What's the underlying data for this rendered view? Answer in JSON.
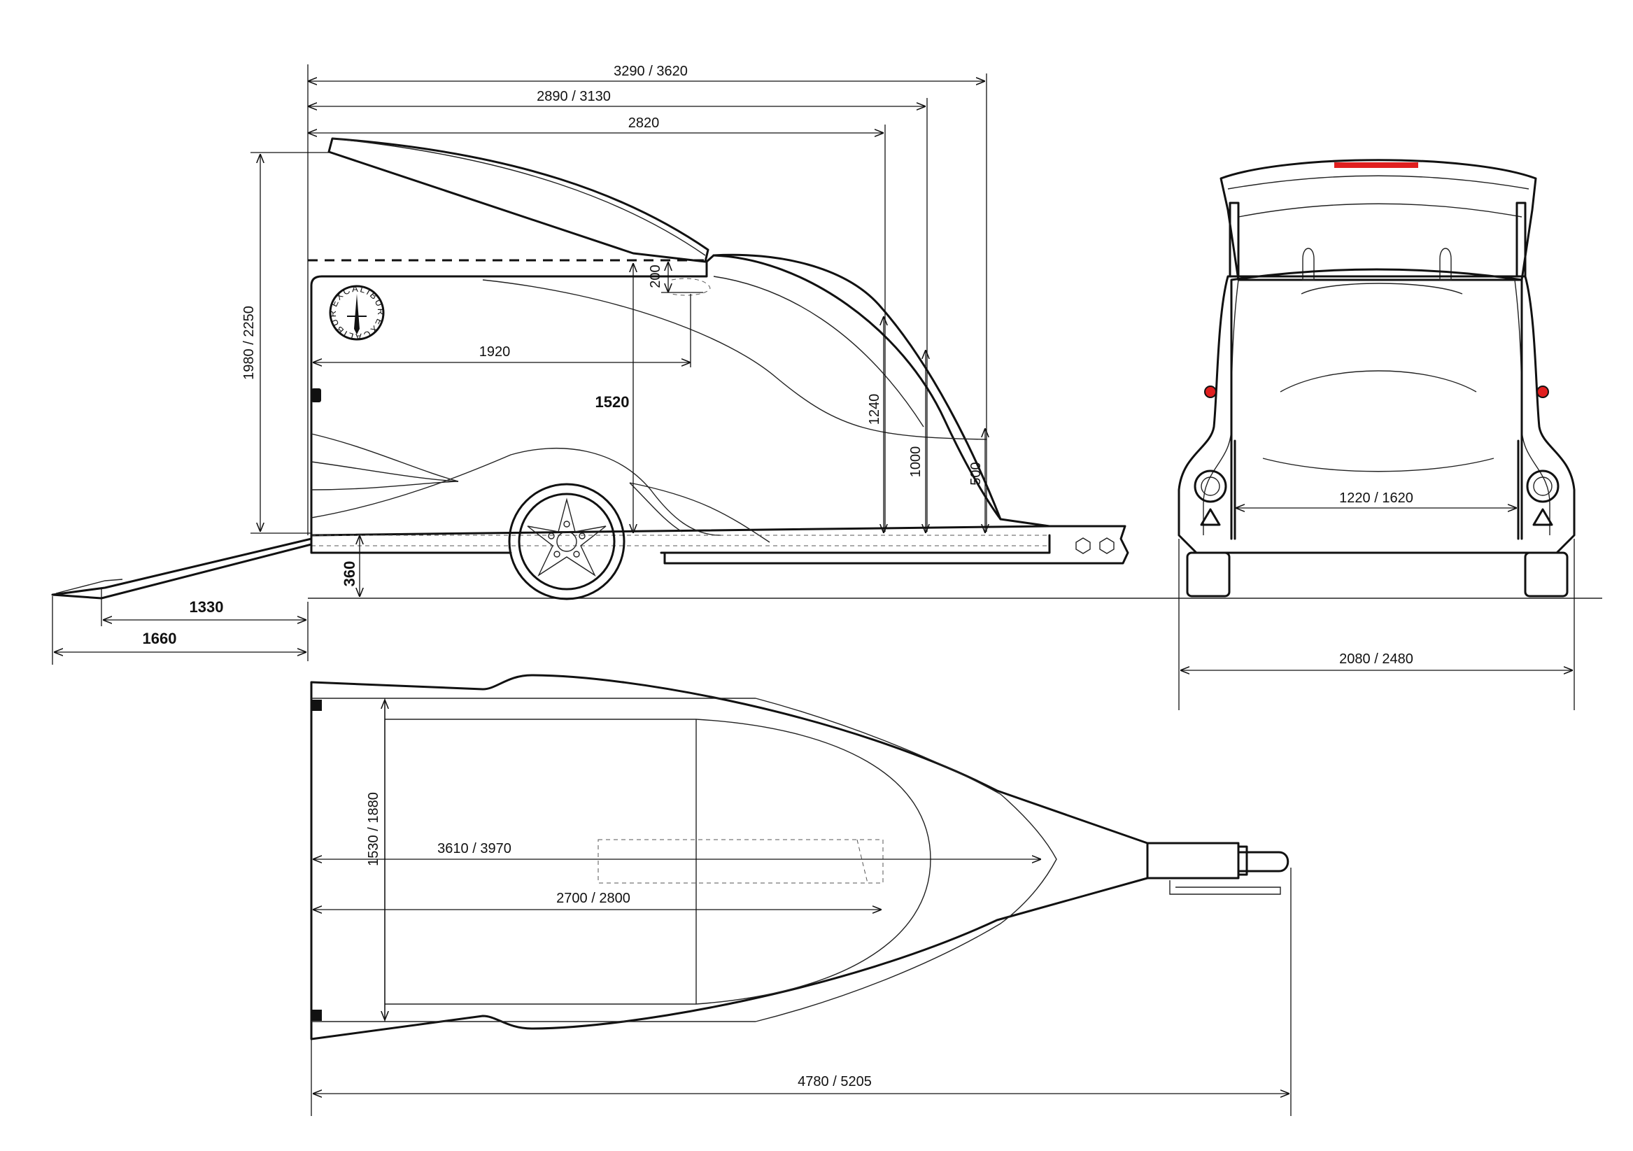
{
  "logo": {
    "text": "EXCALIBUR"
  },
  "colors": {
    "line": "#111111",
    "accent_red": "#e01f1f"
  },
  "side_view": {
    "dimensions": {
      "overall_length": "3290 / 3620",
      "length_to_nose": "2890 / 3130",
      "lid_length": "2820",
      "height": "1980 / 2250",
      "interior_length": "1920",
      "lid_gap": "200",
      "front_height_1520": "1520",
      "nose_height_1240": "1240",
      "nose_height_1000": "1000",
      "nose_height_500": "500",
      "ground_clearance": "360",
      "ramp_1330": "1330",
      "ramp_1660": "1660"
    }
  },
  "rear_view": {
    "dimensions": {
      "inner_width": "1220 / 1620",
      "overall_width": "2080 / 2480"
    }
  },
  "top_view": {
    "dimensions": {
      "width": "1530 / 1880",
      "body_length": "3610 / 3970",
      "floor_length": "2700 / 2800",
      "overall_length": "4780 / 5205"
    }
  }
}
